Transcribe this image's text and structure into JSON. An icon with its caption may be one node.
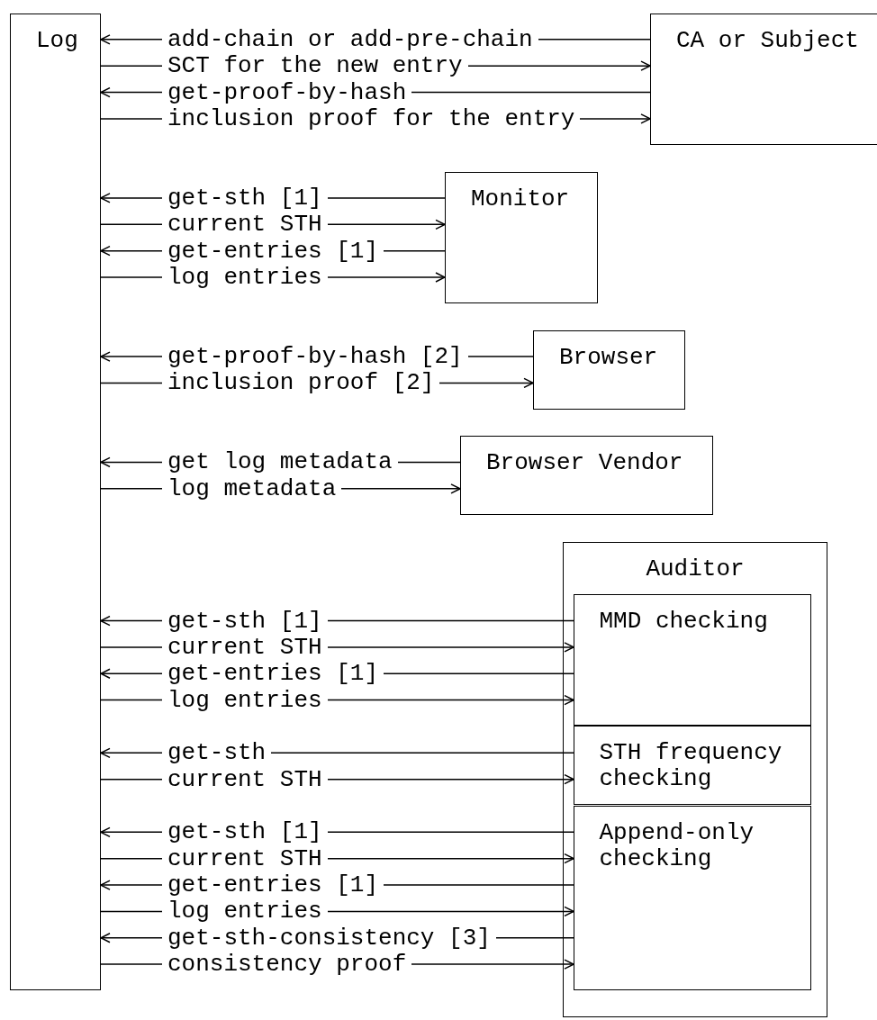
{
  "diagram": {
    "nodes": [
      {
        "text": [
          "Log"
        ]
      },
      {
        "text": [
          "CA or Subject"
        ]
      },
      {
        "text": [
          "Monitor"
        ]
      },
      {
        "text": [
          "Browser"
        ]
      },
      {
        "text": [
          "Browser Vendor"
        ]
      },
      {
        "text": [
          "Auditor"
        ]
      },
      {
        "text": [
          "MMD checking"
        ],
        "in": 5
      },
      {
        "text": [
          "STH frequency checking"
        ],
        "in": 5
      },
      {
        "text": [
          "Append-only checking"
        ],
        "in": 5
      }
    ],
    "edges": [
      {
        "from": 1,
        "to": 0,
        "arrow": "to",
        "label": "add-chain or add-pre-chain"
      },
      {
        "from": 0,
        "to": 1,
        "arrow": "to",
        "label": "SCT for the new entry"
      },
      {
        "from": 1,
        "to": 0,
        "arrow": "to",
        "label": "get-proof-by-hash"
      },
      {
        "from": 0,
        "to": 1,
        "arrow": "to",
        "label": "inclusion proof for the entry"
      },
      {
        "from": 2,
        "to": 0,
        "arrow": "to",
        "label": "get-sth [1]"
      },
      {
        "from": 0,
        "to": 2,
        "arrow": "to",
        "label": "current STH"
      },
      {
        "from": 2,
        "to": 0,
        "arrow": "to",
        "label": "get-entries [1]"
      },
      {
        "from": 0,
        "to": 2,
        "arrow": "to",
        "label": "log entries"
      },
      {
        "from": 3,
        "to": 0,
        "arrow": "to",
        "label": "get-proof-by-hash [2]"
      },
      {
        "from": 0,
        "to": 3,
        "arrow": "to",
        "label": "inclusion proof [2]"
      },
      {
        "from": 4,
        "to": 0,
        "arrow": "to",
        "label": "get log metadata"
      },
      {
        "from": 0,
        "to": 4,
        "arrow": "to",
        "label": "log metadata"
      },
      {
        "from": 6,
        "to": 0,
        "arrow": "to",
        "label": "get-sth [1]"
      },
      {
        "from": 0,
        "to": 6,
        "arrow": "to",
        "label": "current STH"
      },
      {
        "from": 6,
        "to": 0,
        "arrow": "to",
        "label": "get-entries [1]"
      },
      {
        "from": 0,
        "to": 6,
        "arrow": "to",
        "label": "log entries"
      },
      {
        "from": 7,
        "to": 0,
        "arrow": "to",
        "label": "get-sth"
      },
      {
        "from": 0,
        "to": 7,
        "arrow": "to",
        "label": "current STH"
      },
      {
        "from": 8,
        "to": 0,
        "arrow": "to",
        "label": "get-sth [1]"
      },
      {
        "from": 0,
        "to": 8,
        "arrow": "to",
        "label": "current STH"
      },
      {
        "from": 8,
        "to": 0,
        "arrow": "to",
        "label": "get-entries [1]"
      },
      {
        "from": 0,
        "to": 8,
        "arrow": "to",
        "label": "log entries"
      },
      {
        "from": 8,
        "to": 0,
        "arrow": "to",
        "label": "get-sth-consistency [3]"
      },
      {
        "from": 0,
        "to": 8,
        "arrow": "to",
        "label": "consistency proof"
      }
    ]
  }
}
